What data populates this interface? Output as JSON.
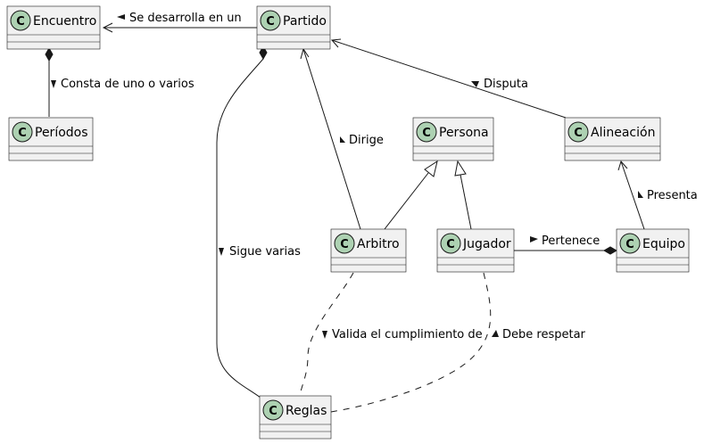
{
  "colors": {
    "class_fill": "#f1f1f1",
    "border": "#181818",
    "stereotype_circle": "#add1b2"
  },
  "circle_letter": "C",
  "classes": {
    "encuentro": "Encuentro",
    "partido": "Partido",
    "periodos": "Períodos",
    "persona": "Persona",
    "alineacion": "Alineación",
    "arbitro": "Arbitro",
    "jugador": "Jugador",
    "equipo": "Equipo",
    "reglas": "Reglas"
  },
  "relations": {
    "se_desarrolla": "Se desarrolla en un",
    "consta": "Consta de uno o varios",
    "disputa": "Disputa",
    "dirige": "Dirige",
    "presenta": "Presenta",
    "pertenece": "Pertenece",
    "sigue": "Sigue varias",
    "valida": "Valida el cumplimiento de",
    "debe": "Debe respetar"
  }
}
